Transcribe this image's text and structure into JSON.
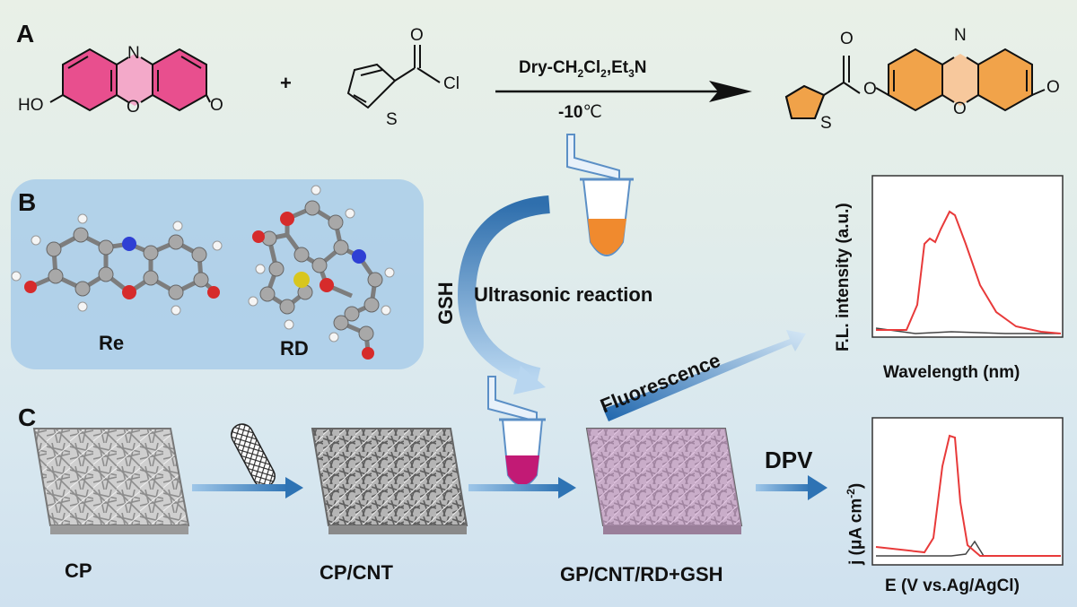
{
  "colors": {
    "resorufin": "#e8337e",
    "product": "#f29a38",
    "red_trace": "#e83a3a",
    "blank_trace": "#444444",
    "arrow_blue": "#2f74b5",
    "panel_b_bg": "#a9cde9",
    "electrode_tint": "#d9a6d9"
  },
  "panel_a": {
    "label": "A",
    "reactant_label_ho": "HO",
    "reactant_label_o": "O",
    "reactant_label_n": "N",
    "plus": "+",
    "reagent_label_o": "O",
    "reagent_label_cl": "Cl",
    "reagent_label_s": "S",
    "conditions_main": "Dry-CH",
    "conditions_sub2": "2",
    "conditions_cl": "Cl",
    "conditions_sub2b": "2",
    "conditions_end": ",Et",
    "conditions_sub3": "3",
    "conditions_n": "N",
    "temperature": "-10",
    "temperature_unit": "℃",
    "product_label_o1": "O",
    "product_label_o2": "O",
    "product_label_n": "N",
    "product_label_o3": "O",
    "product_label_s": "S",
    "product_label_o4": "O"
  },
  "panel_b": {
    "label": "B",
    "mol_re": "Re",
    "mol_rd": "RD"
  },
  "panel_c": {
    "label": "C",
    "cp": "CP",
    "cp_cnt": "CP/CNT",
    "final": "GP/CNT/RD+GSH",
    "dpv": "DPV"
  },
  "flow": {
    "gsh": "GSH",
    "ultrasonic": "Ultrasonic reaction",
    "fluorescence": "Fluorescence"
  },
  "fl_plot": {
    "ylabel": "F.L. intensity (a.u.)",
    "xlabel": "Wavelength (nm)"
  },
  "dpv_plot": {
    "ylabel": "j (μA cm",
    "ylabel_sup": "-2",
    "ylabel_end": ")",
    "xlabel": "E (V vs.Ag/AgCl)"
  }
}
